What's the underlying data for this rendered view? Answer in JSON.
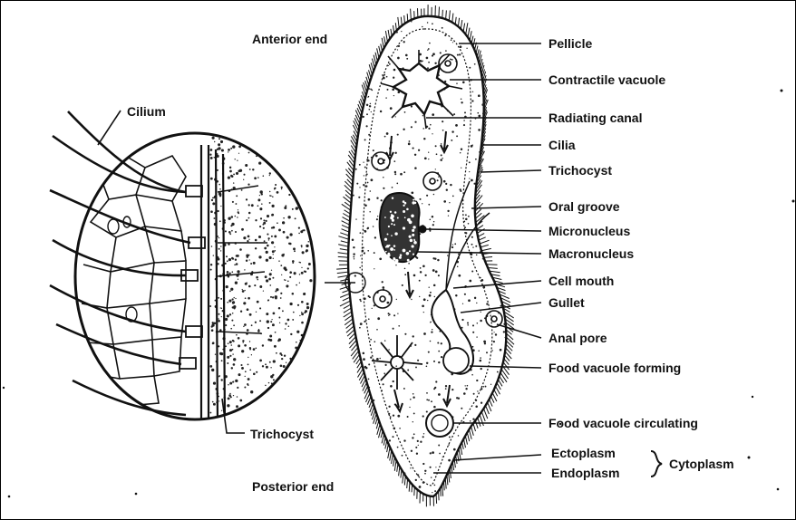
{
  "labels": {
    "anterior_end": "Anterior end",
    "posterior_end": "Posterior end",
    "cilium": "Cilium",
    "trichocyst_left": "Trichocyst",
    "pellicle": "Pellicle",
    "contractile_vacuole": "Contractile vacuole",
    "radiating_canal": "Radiating canal",
    "cilia": "Cilia",
    "trichocyst_right": "Trichocyst",
    "oral_groove": "Oral groove",
    "micronucleus": "Micronucleus",
    "macronucleus": "Macronucleus",
    "cell_mouth": "Cell mouth",
    "gullet": "Gullet",
    "anal_pore": "Anal pore",
    "food_vacuole_forming": "Food vacuole forming",
    "food_vacuole_circulating": "Food vacuole circulating",
    "ectoplasm": "Ectoplasm",
    "endoplasm": "Endoplasm",
    "cytoplasm": "Cytoplasm"
  },
  "colors": {
    "ink": "#111111",
    "background": "#ffffff"
  }
}
